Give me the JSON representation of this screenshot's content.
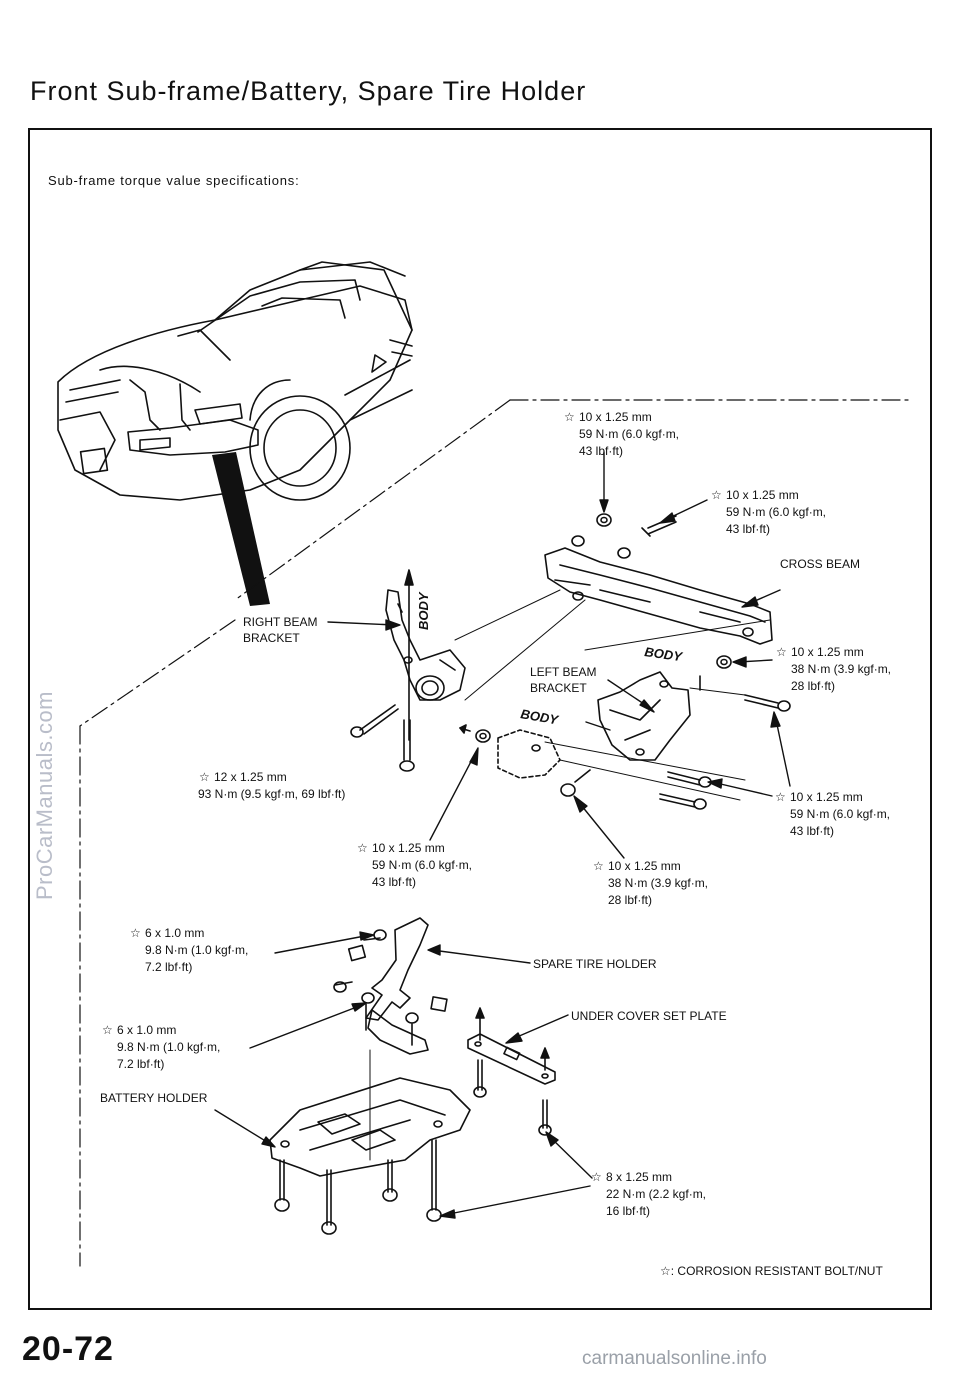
{
  "page": {
    "title": "Front Sub-frame/Battery, Spare Tire Holder",
    "subheading": "Sub-frame torque value specifications:",
    "page_number": "20-72",
    "watermark": "ProCarManuals.com",
    "footer_url": "carmanualsonline.info"
  },
  "legend": {
    "symbol": "☆",
    "text": ": CORROSION RESISTANT BOLT/NUT"
  },
  "labels": {
    "cross_beam": "CROSS BEAM",
    "right_beam_bracket_1": "RIGHT BEAM",
    "right_beam_bracket_2": "BRACKET",
    "left_beam_bracket_1": "LEFT BEAM",
    "left_beam_bracket_2": "BRACKET",
    "body_1": "BODY",
    "body_2": "BODY",
    "body_3": "BODY",
    "spare_tire_holder": "SPARE TIRE HOLDER",
    "under_cover_set_plate": "UNDER COVER SET PLATE",
    "battery_holder": "BATTERY HOLDER"
  },
  "specs": [
    {
      "size": "10 x 1.25  mm",
      "torque": "59 N·m  (6.0 kgf·m,",
      "imperial": "43 lbf·ft)"
    },
    {
      "size": "10 x 1.25 mm",
      "torque": "59 N·m  (6.0 kgf·m,",
      "imperial": "43 lbf·ft)"
    },
    {
      "size": "10  x  1.25 mm",
      "torque": "38  N·m  (3.9 kgf·m,",
      "imperial": "28  lbf·ft)"
    },
    {
      "size": "12 x  1.25 mm",
      "torque": "93  N·m  (9.5 kgf·m, 69  lbf·ft)",
      "imperial": ""
    },
    {
      "size": "10  x  1.25 mm",
      "torque": "59  N·m  (6.0 kgf·m,",
      "imperial": "43  lbf·ft)"
    },
    {
      "size": "10 x 1.25 mm",
      "torque": "59  N·m  (6.0  kgf·m,",
      "imperial": "43  lbf·ft)"
    },
    {
      "size": "10  x  1.25 mm",
      "torque": "38  N·m  (3.9 kgf·m,",
      "imperial": "28  lbf·ft)"
    },
    {
      "size": "6  x  1.0  mm",
      "torque": "9.8  N·m  (1.0 kgf·m,",
      "imperial": "7.2  lbf·ft)"
    },
    {
      "size": "6  x  1.0  mm",
      "torque": "9.8  N·m  (1.0  kgf·m,",
      "imperial": "7.2  lbf·ft)"
    },
    {
      "size": "8  x  1.25 mm",
      "torque": "22  N·m  (2.2 kgf·m,",
      "imperial": "16  lbf·ft)"
    }
  ]
}
